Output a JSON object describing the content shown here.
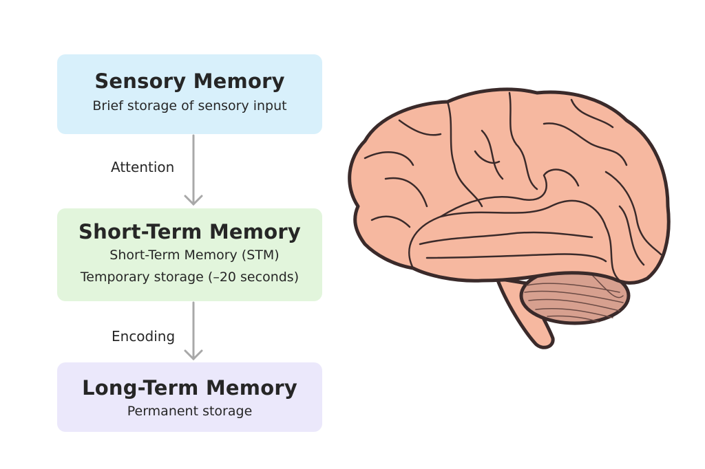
{
  "stages": [
    {
      "title": "Sensory Memory",
      "description": "Brief storage of sensory input",
      "color": "#d8f0fb"
    },
    {
      "title": "Short-Term Memory",
      "subtitle": "Short-Term Memory (STM)",
      "description": "Temporary storage (–20 seconds)",
      "color": "#e2f5dc"
    },
    {
      "title": "Long-Term Memory",
      "description": "Permanent storage",
      "color": "#ebe8fb"
    }
  ],
  "transitions": [
    {
      "label": "Attention"
    },
    {
      "label": "Encoding"
    }
  ],
  "illustration": {
    "icon": "brain-icon",
    "fill": "#f6b8a0",
    "outline": "#3a2a2a"
  }
}
